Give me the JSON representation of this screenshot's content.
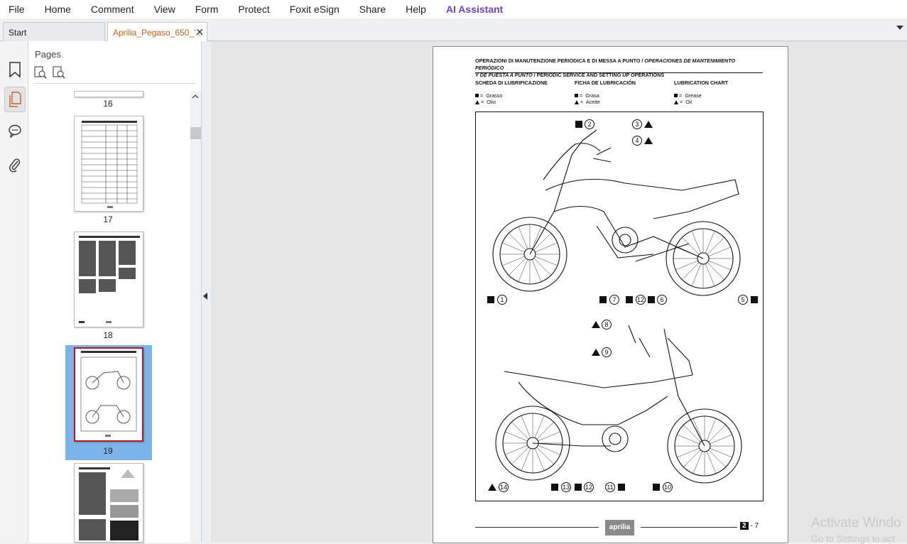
{
  "menu": {
    "items": [
      "File",
      "Home",
      "Comment",
      "View",
      "Form",
      "Protect",
      "Foxit eSign",
      "Share",
      "Help"
    ],
    "ai_assistant": "AI Assistant"
  },
  "tabs": {
    "start": "Start",
    "document": "Aprilia_Pegaso_650_'...",
    "close": "✕"
  },
  "panel": {
    "title": "Pages",
    "thumbnails": [
      "16",
      "17",
      "18",
      "19"
    ],
    "selected_page": "19"
  },
  "page": {
    "title_it": "OPERAZIONI DI MANUTENZIONE PERIODICA E DI MESSA A PUNTO",
    "title_sep1": " / ",
    "title_es_1": "OPERACIONES DE MANTENIMIENTO PERIÓDICO",
    "title_es_2": "Y DE PUESTA A PUNTO",
    "title_sep2": " / ",
    "title_en": "PERIODIC SERVICE AND SETTING UP OPERATIONS",
    "columns": [
      {
        "heading": "SCHEDA DI LUBRIFICAZIONE",
        "grease": "Grasso",
        "oil": "Olio"
      },
      {
        "heading": "FICHA DE LUBRICACIÓN",
        "grease": "Grasa",
        "oil": "Aceite"
      },
      {
        "heading": "LUBRICATION CHART",
        "grease": "Grease",
        "oil": "Oil"
      }
    ],
    "legend_eq": "=",
    "callouts_top": [
      "1",
      "2",
      "3",
      "4",
      "5",
      "6",
      "7",
      "12"
    ],
    "callouts_bottom": [
      "8",
      "9",
      "10",
      "11",
      "12",
      "13",
      "14"
    ],
    "footer_logo": "aprilia",
    "page_chapter": "2",
    "page_number": "- 7"
  },
  "watermark": {
    "line1": "Activate Windo",
    "line2": "Go to Settings to act"
  }
}
